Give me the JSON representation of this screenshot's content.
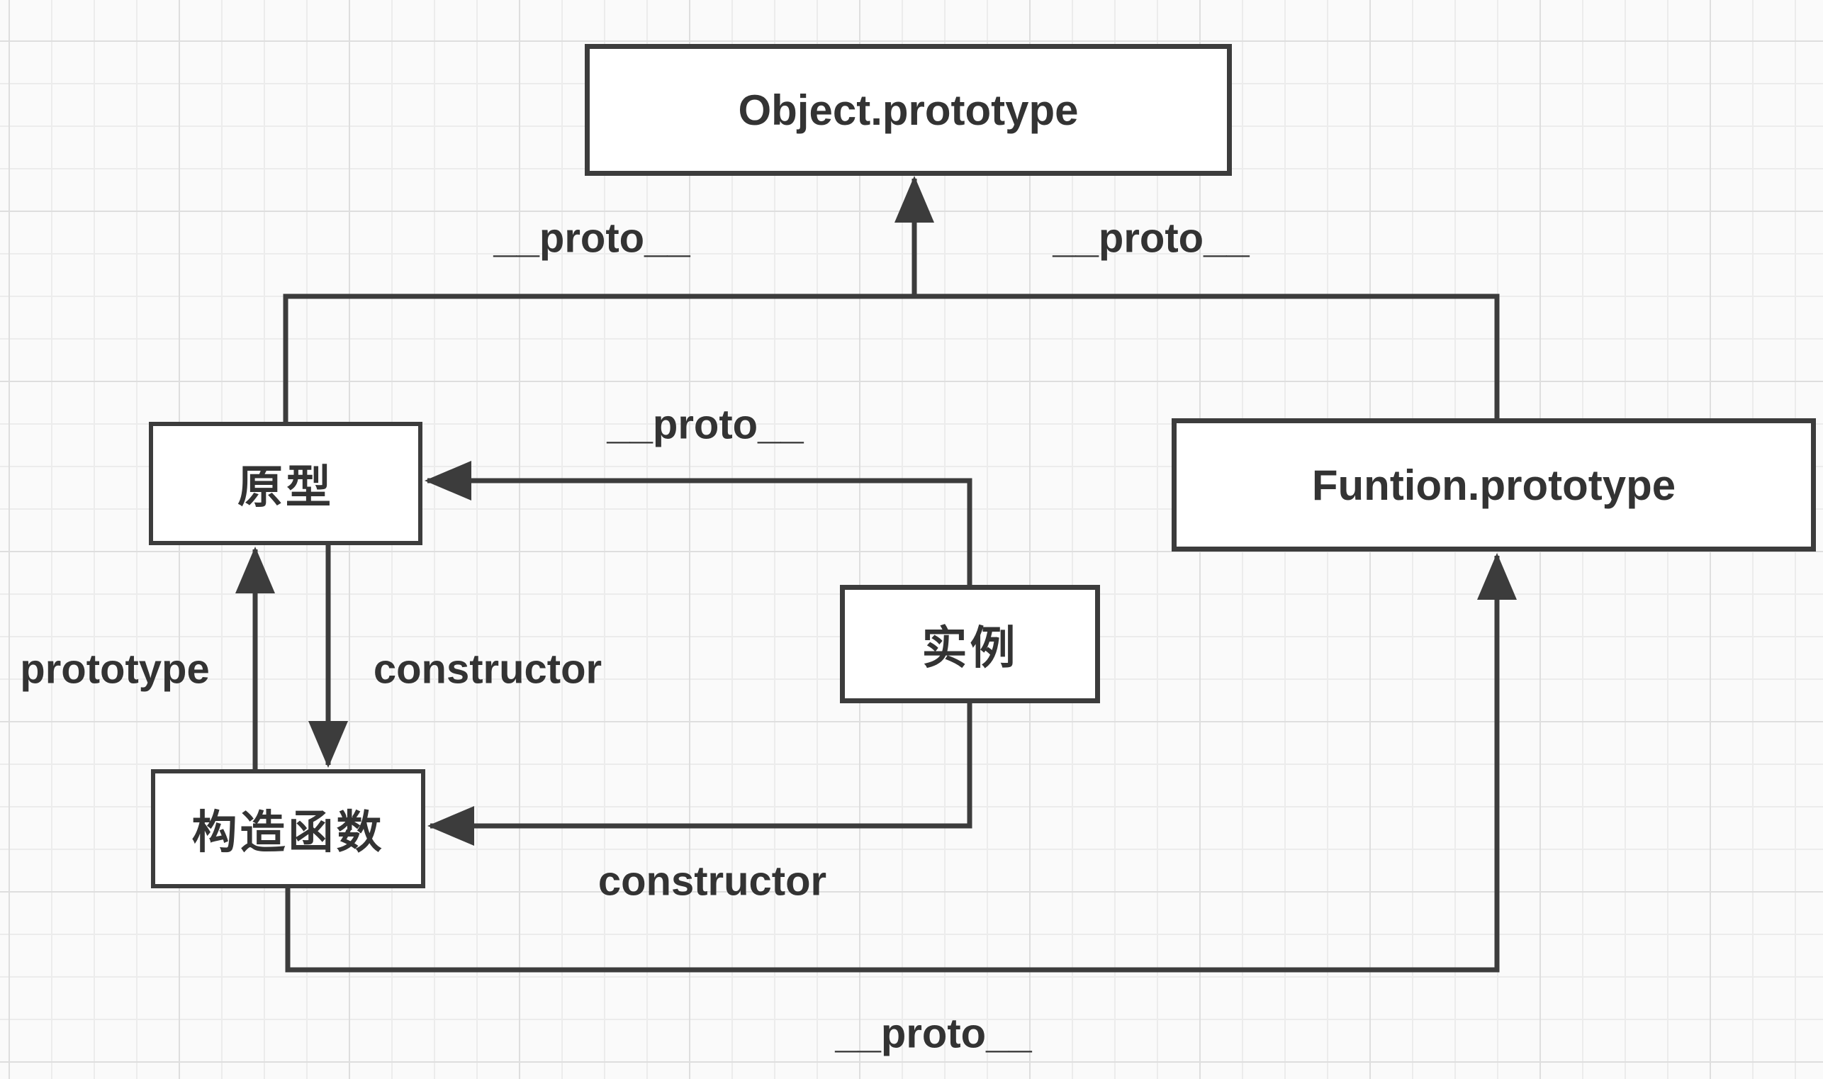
{
  "theme": {
    "canvas_bg": "#fafafa",
    "grid_minor": "#ececec",
    "grid_major": "#dedede",
    "stroke": "#3c3c3c",
    "text": "#333333",
    "box_bg": "#ffffff"
  },
  "diagram": {
    "type": "flowchart",
    "nodes": {
      "object_prototype": {
        "label": "Object.prototype"
      },
      "prototype_cn": {
        "label": "原型"
      },
      "function_prototype": {
        "label": "Funtion.prototype"
      },
      "instance_cn": {
        "label": "实例"
      },
      "constructor_cn": {
        "label": "构造函数"
      }
    },
    "edge_labels": {
      "proto_top_left": {
        "label": "__proto__"
      },
      "proto_top_right": {
        "label": "__proto__"
      },
      "proto_instance": {
        "label": "__proto__"
      },
      "prototype_edge": {
        "label": "prototype"
      },
      "constructor_edge": {
        "label": "constructor"
      },
      "constructor_instance": {
        "label": "constructor"
      },
      "proto_bottom": {
        "label": "__proto__"
      }
    }
  }
}
